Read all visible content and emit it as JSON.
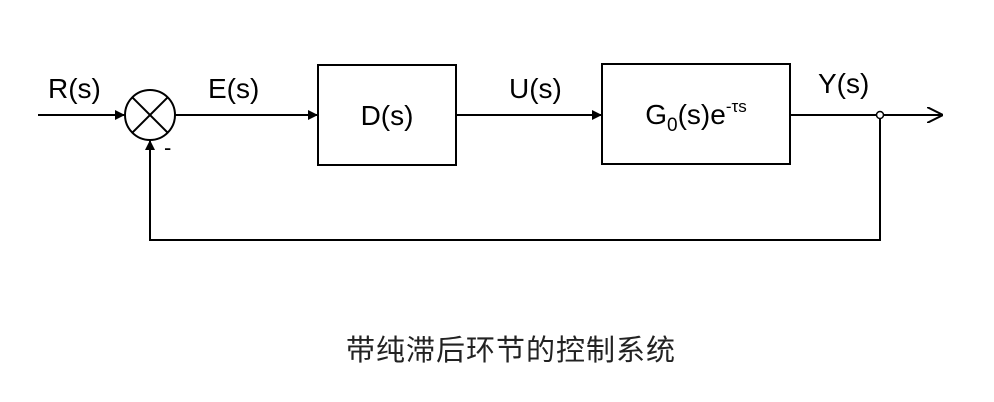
{
  "signals": {
    "input": "R(s)",
    "error": "E(s)",
    "control": "U(s)",
    "output": "Y(s)"
  },
  "blocks": {
    "controller": "D(s)",
    "plant": {
      "base": "G",
      "subscript": "0",
      "middle": "(s)e",
      "superscript": "-τs"
    }
  },
  "summing_junction": {
    "feedback_sign": "-"
  },
  "caption": "带纯滞后环节的控制系统"
}
